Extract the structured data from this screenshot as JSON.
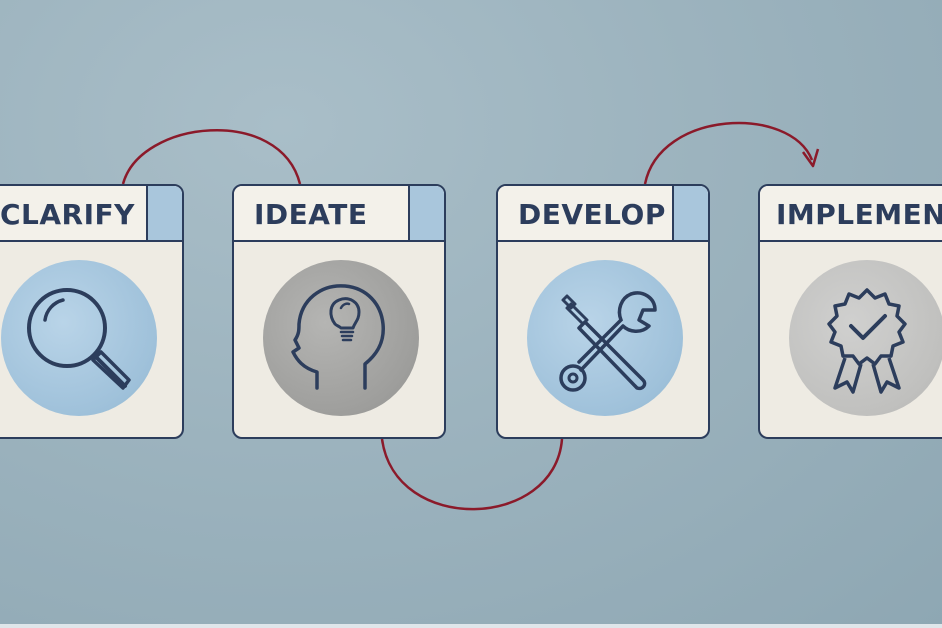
{
  "steps": [
    {
      "label": "CLARIFY",
      "icon": "magnifier-icon"
    },
    {
      "label": "IDEATE",
      "icon": "head-lightbulb-icon"
    },
    {
      "label": "DEVELOP",
      "icon": "wrench-screwdriver-icon"
    },
    {
      "label": "IMPLEMENT",
      "icon": "award-badge-check-icon"
    }
  ],
  "colors": {
    "background": "#9cb3be",
    "card": "#eeebe3",
    "outline": "#2c3d5c",
    "accent_tab": "#a9c6dc",
    "arrow": "#8b1a2a"
  }
}
